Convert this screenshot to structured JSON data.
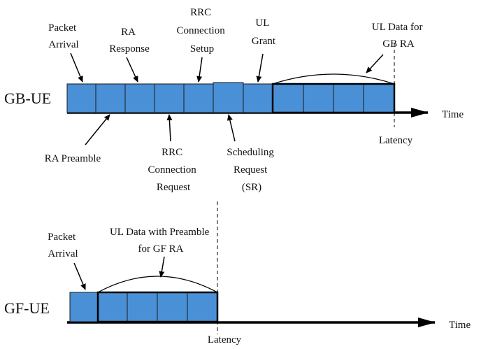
{
  "gb": {
    "ue_label": "GB-UE",
    "time_label": "Time",
    "latency_label": "Latency",
    "labels": {
      "packet_arrival": [
        "Packet",
        "Arrival"
      ],
      "ra_response": [
        "RA",
        "Response"
      ],
      "rrc_setup": [
        "RRC",
        "Connection",
        "Setup"
      ],
      "ul_grant": [
        "UL",
        "Grant"
      ],
      "ul_data": [
        "UL Data for",
        "GB RA"
      ],
      "ra_preamble": [
        "RA Preamble"
      ],
      "rrc_request": [
        "RRC",
        "Connection",
        "Request"
      ],
      "sr": [
        "Scheduling",
        "Request",
        "(SR)"
      ]
    }
  },
  "gf": {
    "ue_label": "GF-UE",
    "time_label": "Time",
    "latency_label": "Latency",
    "labels": {
      "packet_arrival": [
        "Packet",
        "Arrival"
      ],
      "ul_data": [
        "UL Data with Preamble",
        "for GF RA"
      ]
    }
  }
}
